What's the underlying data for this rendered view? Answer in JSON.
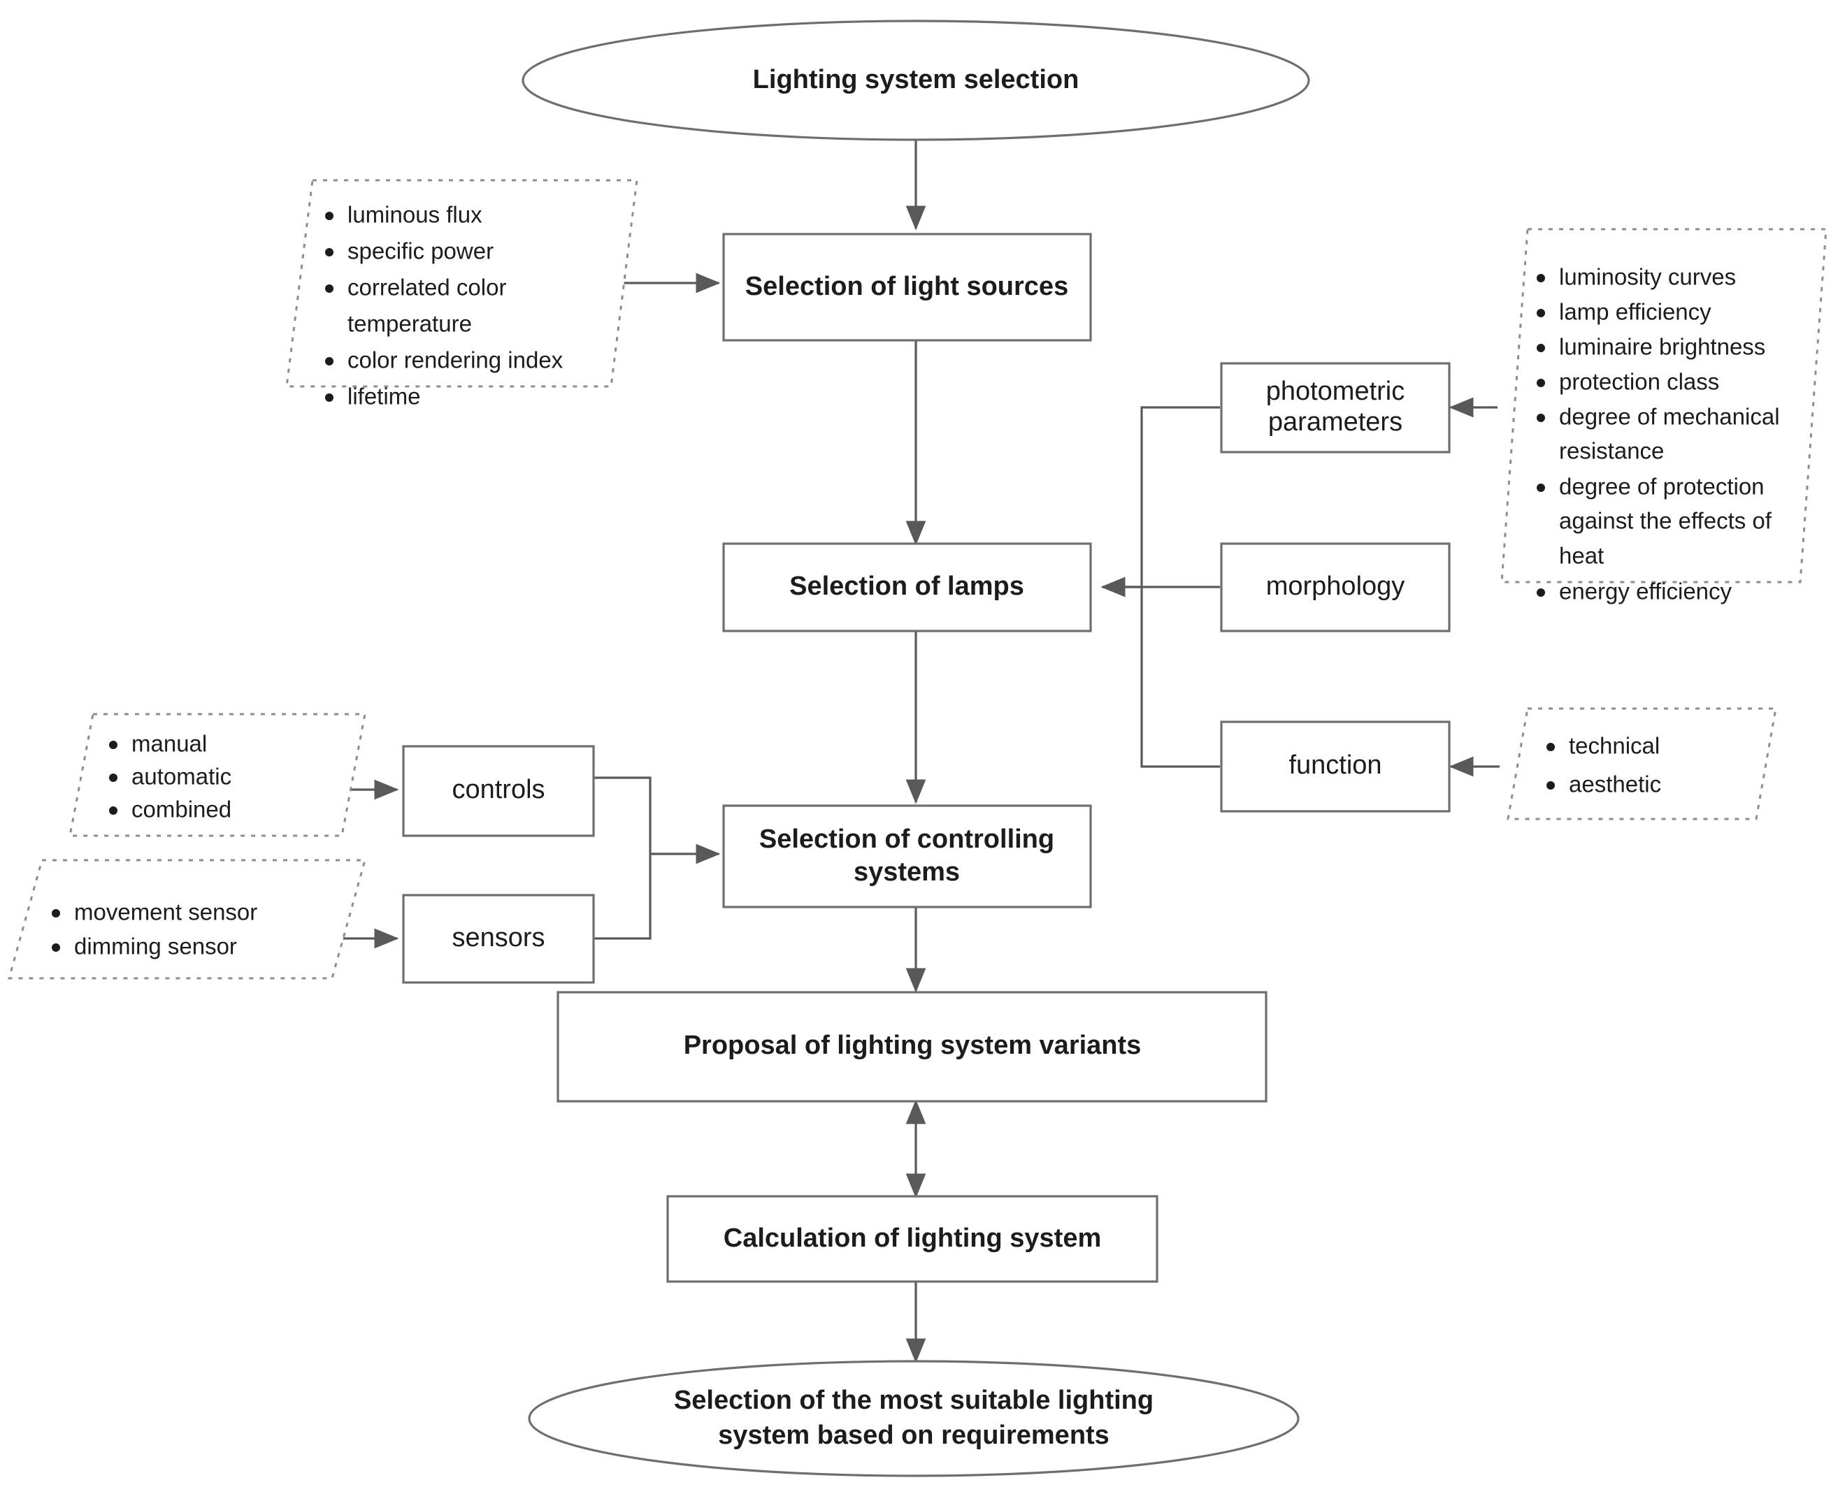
{
  "diagram": {
    "title": "Lighting system selection flowchart",
    "colors": {
      "node_stroke": "#6e6e6e",
      "edge_stroke": "#59595b",
      "dashed_stroke": "#8d8d8d",
      "text": "#1c1c1c",
      "background": "#ffffff"
    },
    "start_node": {
      "label": "Lighting system selection"
    },
    "end_node": {
      "line1": "Selection of the most suitable lighting",
      "line2": "system based on requirements"
    },
    "process_nodes": {
      "light_sources": {
        "label": "Selection of light sources"
      },
      "lamps": {
        "label": "Selection of lamps"
      },
      "controlling_systems": {
        "line1": "Selection of controlling",
        "line2": "systems"
      },
      "proposal": {
        "label": "Proposal of lighting system variants"
      },
      "calculation": {
        "label": "Calculation of lighting system"
      }
    },
    "attribute_nodes": {
      "photometric": {
        "line1": "photometric",
        "line2": "parameters"
      },
      "morphology": {
        "label": "morphology"
      },
      "function": {
        "label": "function"
      },
      "controls": {
        "label": "controls"
      },
      "sensors": {
        "label": "sensors"
      }
    },
    "criteria_groups": {
      "light_source_criteria": {
        "items": [
          "luminous flux",
          "specific power",
          "correlated color",
          "temperature",
          "color rendering index",
          "lifetime"
        ],
        "bulleted": [
          true,
          true,
          true,
          false,
          true,
          true
        ]
      },
      "photometric_criteria": {
        "items": [
          "luminosity curves",
          "lamp efficiency",
          "luminaire brightness",
          "protection class",
          "degree of mechanical",
          "resistance",
          "degree of protection",
          "against the effects of",
          "heat",
          "energy efficiency"
        ],
        "bulleted": [
          true,
          true,
          true,
          true,
          true,
          false,
          true,
          false,
          false,
          true
        ]
      },
      "function_criteria": {
        "items": [
          "technical",
          "aesthetic"
        ],
        "bulleted": [
          true,
          true
        ]
      },
      "controls_criteria": {
        "items": [
          "manual",
          "automatic",
          "combined"
        ],
        "bulleted": [
          true,
          true,
          true
        ]
      },
      "sensors_criteria": {
        "items": [
          "movement sensor",
          "dimming sensor"
        ],
        "bulleted": [
          true,
          true
        ]
      }
    }
  }
}
